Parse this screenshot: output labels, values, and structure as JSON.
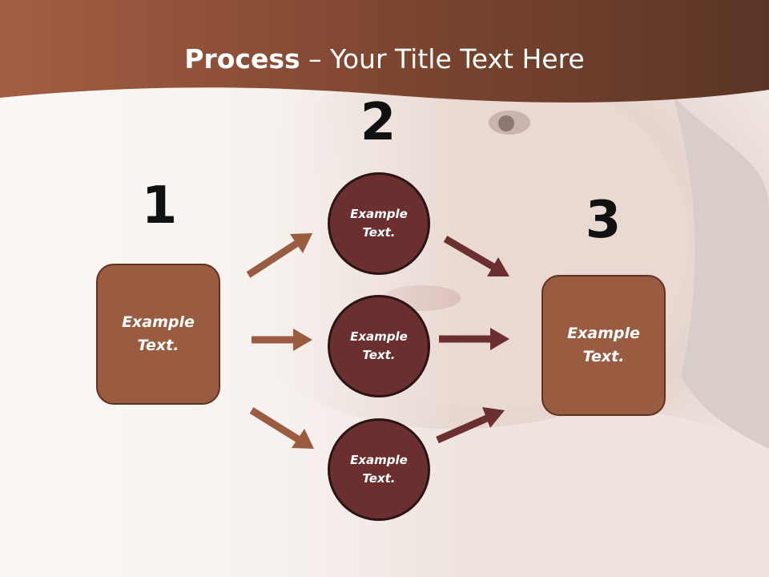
{
  "title": {
    "bold": "Process",
    "rest": " – Your Title Text Here"
  },
  "steps": {
    "one": "1",
    "two": "2",
    "three": "3"
  },
  "left_box": {
    "text": "Example Text."
  },
  "right_box": {
    "text": "Example Text."
  },
  "circles": [
    {
      "text": "Example Text."
    },
    {
      "text": "Example Text."
    },
    {
      "text": "Example Text."
    }
  ],
  "colors": {
    "banner": "#8a4e34",
    "box_fill": "#9a5c40",
    "circle_fill": "#6b2f30",
    "arrow_light": "#9a5c40",
    "arrow_dark": "#6b2f30"
  }
}
